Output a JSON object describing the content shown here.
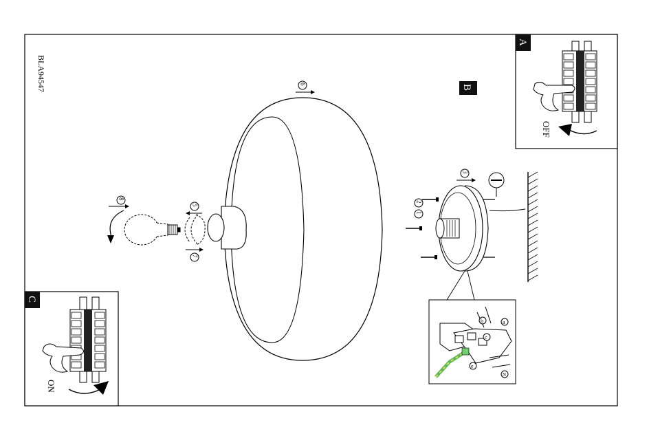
{
  "doc": {
    "code": "BLA94547"
  },
  "panels": {
    "a_letter": "A",
    "b_letter": "B",
    "c_letter": "C",
    "a_caption": "OFF",
    "c_caption": "ON"
  },
  "step_numbers": {
    "bulb": "8",
    "ring_top": "5",
    "ring_bottom": "7",
    "shade": "6",
    "canopy_top": "3",
    "canopy_mid": "2",
    "canopy_left": "1"
  },
  "detail_labels": {
    "a": "a",
    "b": "b",
    "c": "c",
    "e": "e",
    "n": "N"
  }
}
